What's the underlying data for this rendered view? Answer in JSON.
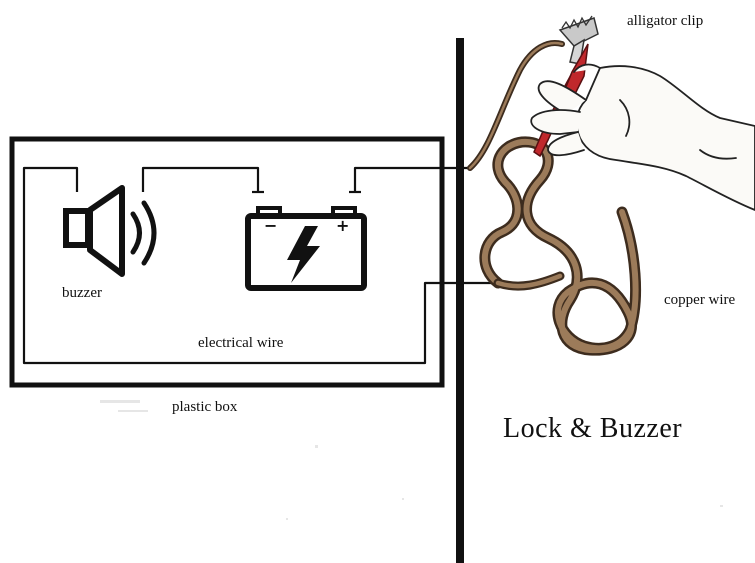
{
  "labels": {
    "buzzer": "buzzer",
    "electrical_wire": "electrical wire",
    "plastic_box": "plastic box",
    "alligator_clip": "alligator clip",
    "copper_wire": "copper wire",
    "title": "Lock & Buzzer"
  },
  "battery_symbols": {
    "minus": "−",
    "plus": "+"
  },
  "colors": {
    "ink": "#111111",
    "copper": "#8a6a4c",
    "copper_dark": "#4a3524",
    "clip_red": "#c0282c",
    "clip_metal": "#b9b9b9",
    "skin": "#fbfaf7"
  },
  "icons": [
    "speaker-icon",
    "battery-icon",
    "lightning-bolt-icon",
    "alligator-clip-icon",
    "hand-icon",
    "copper-coil-icon"
  ]
}
